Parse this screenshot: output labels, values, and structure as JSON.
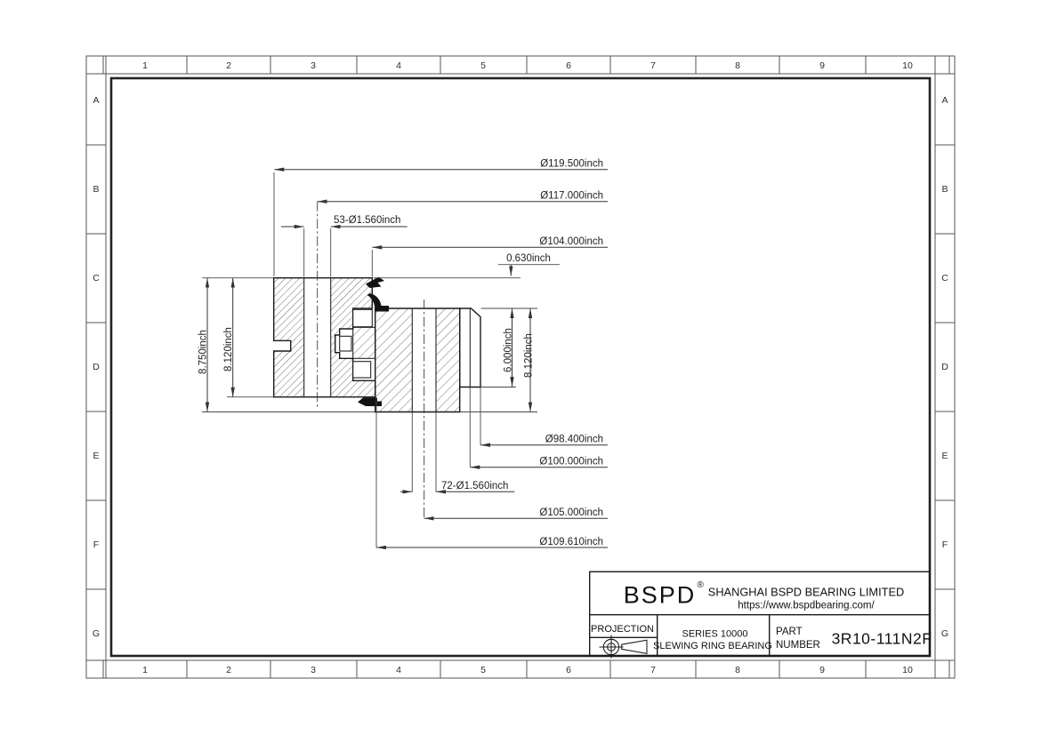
{
  "frame": {
    "columns": [
      "1",
      "2",
      "3",
      "4",
      "5",
      "6",
      "7",
      "8",
      "9",
      "10"
    ],
    "rows": [
      "A",
      "B",
      "C",
      "D",
      "E",
      "F",
      "G"
    ]
  },
  "dimensions": {
    "d119": "Ø119.500inch",
    "d117": "Ø117.000inch",
    "holes53": "53-Ø1.560inch",
    "d104": "Ø104.000inch",
    "h0630": "0.630inch",
    "h8750": "8.750inch",
    "h8120l": "8.120inch",
    "h6000": "6.000inch",
    "h8120r": "8.120inch",
    "d984": "Ø98.400inch",
    "d100": "Ø100.000inch",
    "holes72": "72-Ø1.560inch",
    "d105": "Ø105.000inch",
    "d10961": "Ø109.610inch"
  },
  "title_block": {
    "brand": "BSPD",
    "registered_mark": "®",
    "company": "SHANGHAI BSPD BEARING LIMITED",
    "website": "https://www.bspdbearing.com/",
    "projection_label": "PROJECTION",
    "series_line1": "SERIES 10000",
    "series_line2": "SLEWING RING BEARING",
    "part_label_1": "PART",
    "part_label_2": "NUMBER",
    "part_number": "3R10-111N2F"
  },
  "colors": {
    "line": "#1a1a1a",
    "dim_line": "#4a4a4a",
    "seal": "#131313",
    "background": "#ffffff"
  }
}
